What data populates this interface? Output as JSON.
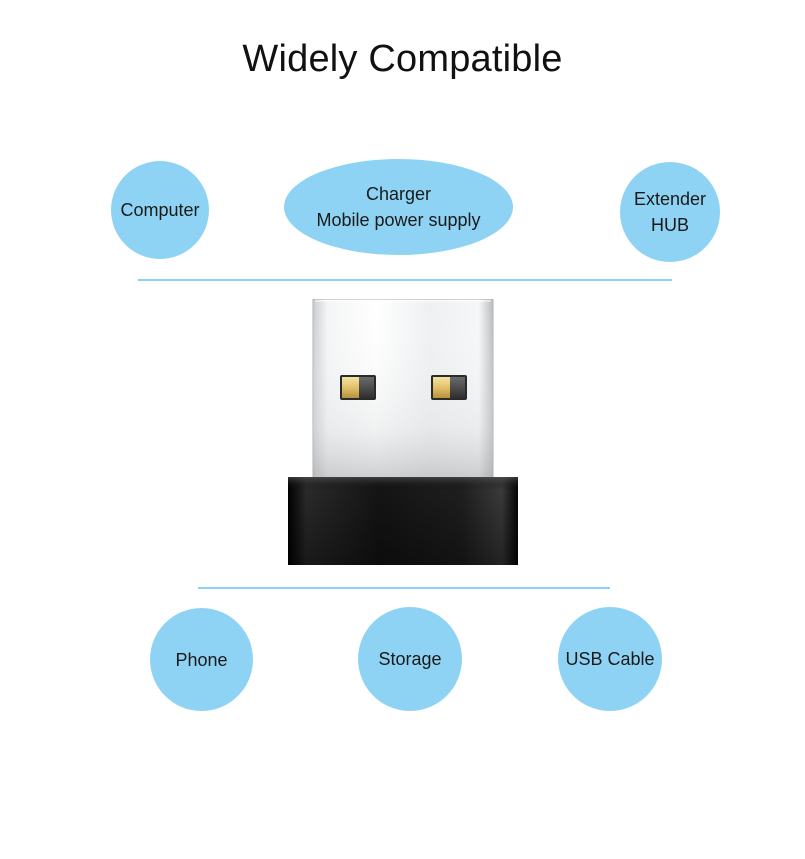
{
  "title": "Widely Compatible",
  "colors": {
    "bubble": "#8fd3f4",
    "line": "#8fd3f4",
    "background": "#ffffff"
  },
  "top_devices": [
    {
      "lines": [
        "Computer"
      ]
    },
    {
      "lines": [
        "Charger",
        "Mobile power supply"
      ]
    },
    {
      "lines": [
        "Extender",
        "HUB"
      ]
    }
  ],
  "bottom_devices": [
    {
      "lines": [
        "Phone"
      ]
    },
    {
      "lines": [
        "Storage"
      ]
    },
    {
      "lines": [
        "USB Cable"
      ]
    }
  ],
  "product_icon": "usb-a-to-usb-c-adapter-icon"
}
